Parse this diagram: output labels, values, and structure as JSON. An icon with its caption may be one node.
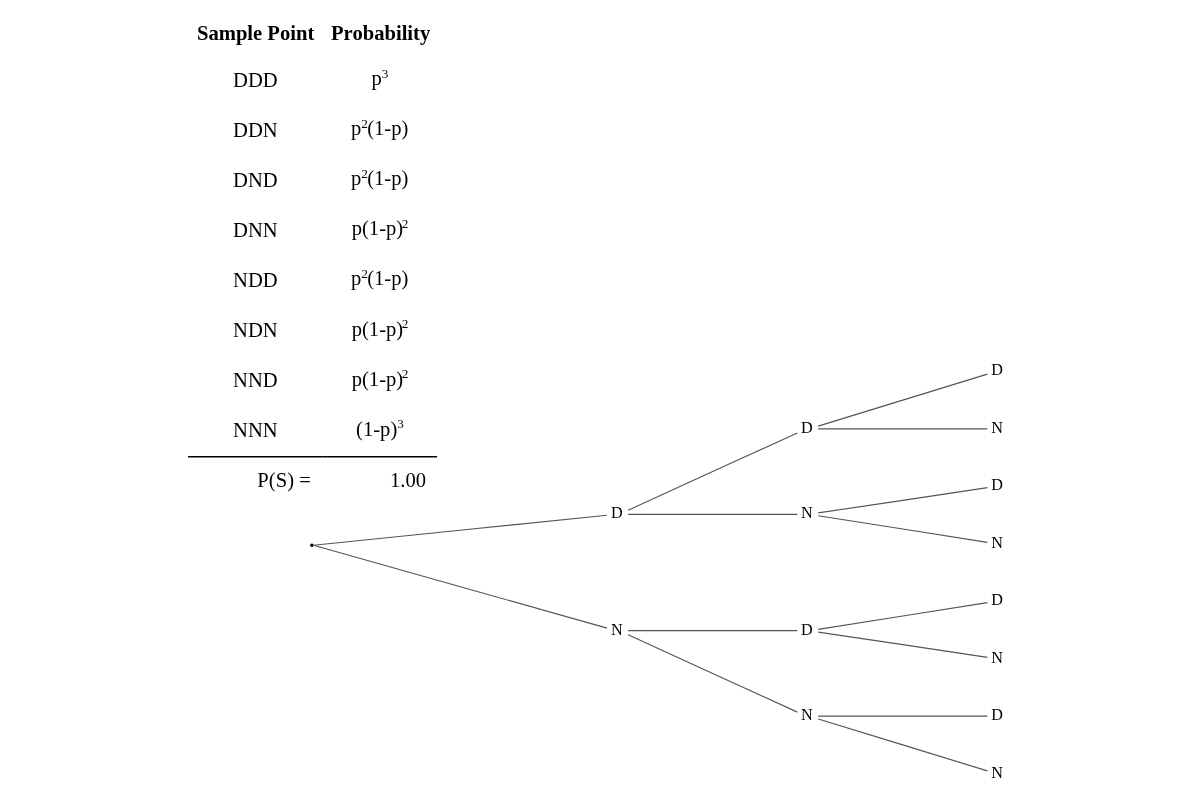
{
  "diagram": {
    "nodes": [
      {
        "text": [],
        "shape": "point"
      },
      {
        "text": [
          "D"
        ]
      },
      {
        "text": [
          "N"
        ]
      },
      {
        "text": [
          "D"
        ]
      },
      {
        "text": [
          "N"
        ]
      },
      {
        "text": [
          "D"
        ]
      },
      {
        "text": [
          "N"
        ]
      },
      {
        "text": [
          "D"
        ]
      },
      {
        "text": [
          "N"
        ]
      },
      {
        "text": [
          "D"
        ]
      },
      {
        "text": [
          "N"
        ]
      },
      {
        "text": [
          "D"
        ]
      },
      {
        "text": [
          "N"
        ]
      },
      {
        "text": [
          "D"
        ]
      },
      {
        "text": [
          "N"
        ]
      }
    ],
    "edges": [
      {
        "from": 0,
        "to": 1,
        "arrow": "none"
      },
      {
        "from": 0,
        "to": 2,
        "arrow": "none"
      },
      {
        "from": 1,
        "to": 3,
        "arrow": "none"
      },
      {
        "from": 1,
        "to": 4,
        "arrow": "none"
      },
      {
        "from": 2,
        "to": 5,
        "arrow": "none"
      },
      {
        "from": 2,
        "to": 6,
        "arrow": "none"
      },
      {
        "from": 3,
        "to": 7,
        "arrow": "none"
      },
      {
        "from": 3,
        "to": 8,
        "arrow": "none"
      },
      {
        "from": 4,
        "to": 9,
        "arrow": "none"
      },
      {
        "from": 4,
        "to": 10,
        "arrow": "none"
      },
      {
        "from": 5,
        "to": 11,
        "arrow": "none"
      },
      {
        "from": 5,
        "to": 12,
        "arrow": "none"
      },
      {
        "from": 6,
        "to": 13,
        "arrow": "none"
      },
      {
        "from": 6,
        "to": 14,
        "arrow": "none"
      }
    ],
    "labels": [
      "Sample Point",
      "Probability",
      "DDD",
      "p$^{3}$",
      "DDN",
      "p$^{2}$(1-p)",
      "DND",
      "p$^{2}$(1-p)",
      "DNN",
      "p(1-p)$^{2}$",
      "NDD",
      "p$^{2}$(1-p)",
      "NDN",
      "p(1-p)$^{2}$",
      "NND",
      "p(1-p)$^{2}$",
      "NNN",
      "(1-p)$^{3}$",
      "P(S) =",
      "1.00"
    ]
  }
}
